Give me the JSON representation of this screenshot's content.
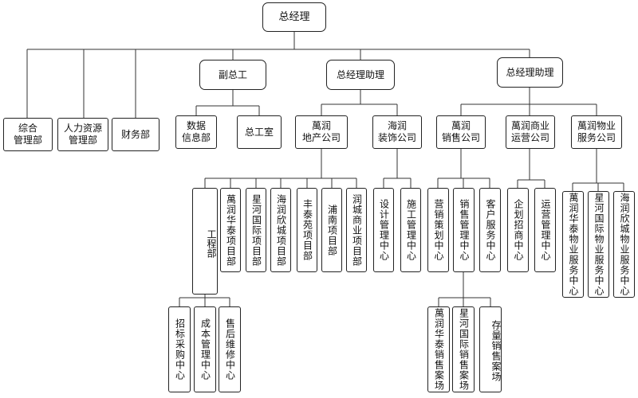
{
  "org": {
    "ceo": "总经理",
    "vice_chief_engineer": "副总工",
    "assistant_left": "总经理助理",
    "assistant_right": "总经理助理",
    "general_admin": "综合\n管理部",
    "hr": "人力资源\n管理部",
    "finance": "财务部",
    "data_info": "数据\n信息部",
    "chief_engineer_office": "总工室",
    "wanrun_realestate": "萬润\n地产公司",
    "hairun_decoration": "海润\n装饰公司",
    "wanrun_sales": "萬润\n销售公司",
    "wanrun_commercial": "萬润商业\n运营公司",
    "wanrun_property": "萬润物业\n服务公司",
    "engineering_dept": "工程部",
    "proj_huatai": "萬润华泰项目部",
    "proj_xinghe": "星河国际项目部",
    "proj_xincheng": "海润欣城项目部",
    "proj_fengtai": "丰泰苑项目部",
    "proj_punan": "浦南项目部",
    "proj_runcheng": "润城商业项目部",
    "design_center": "设计管理中心",
    "construction_center": "施工管理中心",
    "marketing_center": "营销策划中心",
    "sales_mgmt_center": "销售管理中心",
    "customer_service_center": "客户服务中心",
    "investment_center": "企划招商中心",
    "operation_center": "运营管理中心",
    "prop_huatai": "萬润华泰物业服务中心",
    "prop_xinghe": "星河国际物业服务中心",
    "prop_xincheng": "海润欣城物业服务中心",
    "procurement_center": "招标采购中心",
    "cost_center": "成本管理中心",
    "aftersales_center": "售后维修中心",
    "sales_huatai": "萬润华泰销售案场",
    "sales_xinghe": "星河国际销售案场",
    "sales_stock": "存量销售案场"
  }
}
